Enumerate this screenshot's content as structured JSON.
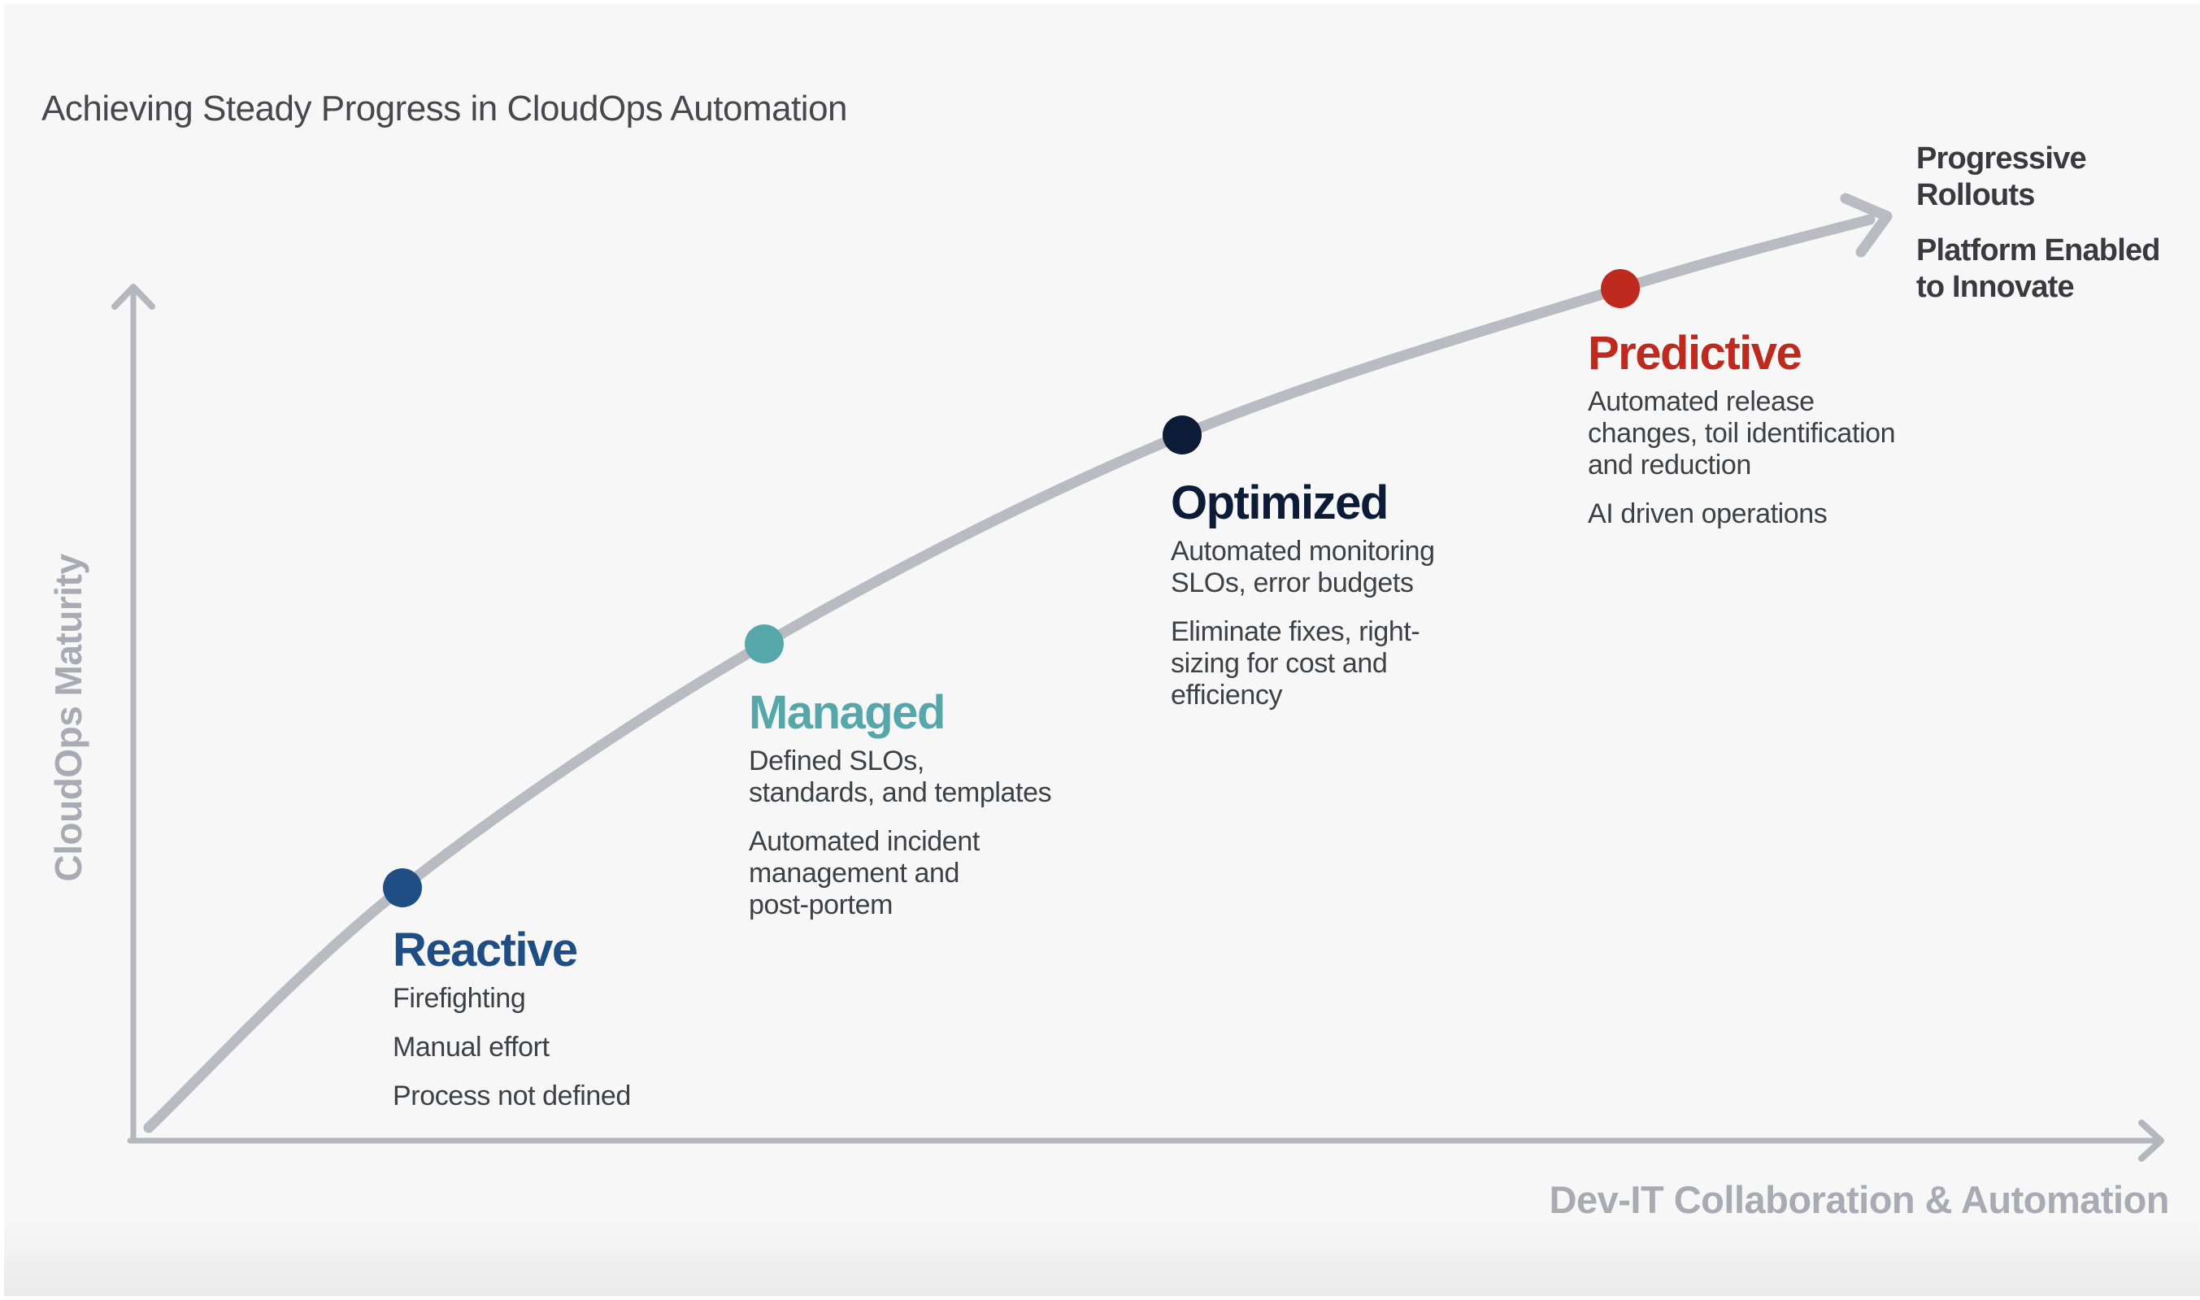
{
  "page": {
    "title": "Achieving Steady Progress in CloudOps Automation"
  },
  "axes": {
    "y_label": "CloudOps Maturity",
    "x_label": "Dev-IT Collaboration & Automation"
  },
  "colors": {
    "background": "#f7f7f8",
    "curve_gray": "#b9bbc2",
    "axis_gray": "#b5b7be",
    "axis_label_gray": "#a8abb3",
    "body_text": "#3f4042",
    "endnote_text": "#3a3a3c",
    "reactive": "#1e4e84",
    "managed": "#56a7a9",
    "optimized": "#0d1c36",
    "predictive": "#bf2a1f"
  },
  "stages": [
    {
      "name": "Reactive",
      "color": "#1e4e84",
      "paragraphs": [
        [
          "Firefighting"
        ],
        [
          "Manual effort"
        ],
        [
          "Process not defined"
        ]
      ]
    },
    {
      "name": "Managed",
      "color": "#56a7a9",
      "paragraphs": [
        [
          "Defined SLOs,",
          "standards, and templates"
        ],
        [
          "Automated incident",
          "management and",
          "post-portem"
        ]
      ]
    },
    {
      "name": "Optimized",
      "color": "#0d1c36",
      "paragraphs": [
        [
          "Automated monitoring",
          "SLOs, error budgets"
        ],
        [
          "Eliminate fixes, right-",
          "sizing for cost and",
          "efficiency"
        ]
      ]
    },
    {
      "name": "Predictive",
      "color": "#bf2a1f",
      "paragraphs": [
        [
          "Automated release",
          "changes, toil identification",
          "and reduction"
        ],
        [
          "AI driven operations"
        ]
      ]
    }
  ],
  "endnotes": [
    {
      "lines": [
        "Progressive",
        "Rollouts"
      ]
    },
    {
      "lines": [
        "Platform Enabled",
        "to Innovate"
      ]
    }
  ]
}
